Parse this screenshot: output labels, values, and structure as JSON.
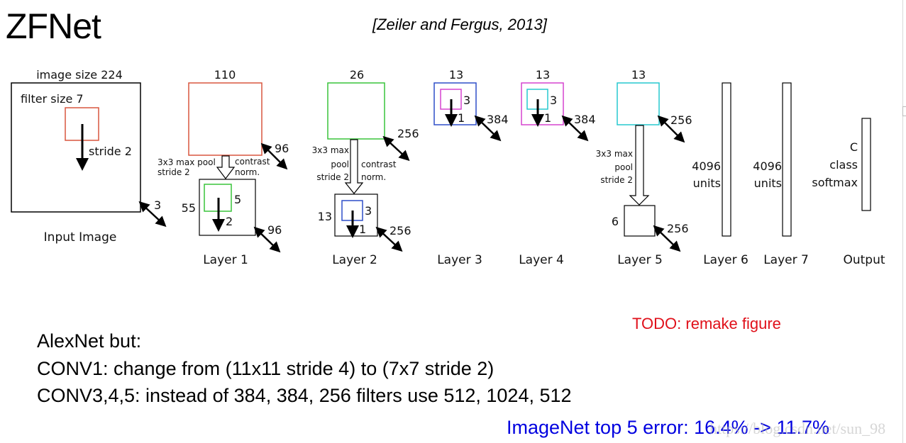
{
  "slide": {
    "title": "ZFNet",
    "citation": "[Zeiler and Fergus, 2013]",
    "todo_note": "TODO: remake figure",
    "body_lines": [
      "AlexNet but:",
      "CONV1: change from (11x11 stride 4) to (7x7 stride 2)",
      "CONV3,4,5: instead of 384, 384, 256 filters use 512, 1024, 512"
    ],
    "result": "ImageNet top 5 error: 16.4% -> 11.7%",
    "watermark": "https://blog.csdn.net/sun_98"
  },
  "diagram": {
    "colors": {
      "input_filter": "#d9563f",
      "layer1_map": "#d9563f",
      "layer1_filter": "#38c43a",
      "layer2_map": "#38c43a",
      "layer2_filter": "#2f4fc9",
      "layer3_map": "#2f4fc9",
      "layer3_filter": "#d544cf",
      "layer4_map": "#d544cf",
      "layer4_filter": "#27c8cf",
      "layer5_map": "#27c8cf"
    },
    "input": {
      "label": "Input Image",
      "size_label": "image size 224",
      "filter_label": "filter size 7",
      "stride_label": "stride 2",
      "depth": "3"
    },
    "layer1": {
      "label": "Layer 1",
      "map_size": "110",
      "map_depth": "96",
      "pool_label_1": "3x3 max pool",
      "pool_label_2": "stride 2",
      "norm_label_1": "contrast",
      "norm_label_2": "norm.",
      "pooled_size": "55",
      "pooled_depth": "96",
      "filter_size": "5",
      "stride": "2"
    },
    "layer2": {
      "label": "Layer 2",
      "map_size": "26",
      "map_depth": "256",
      "pool_label_1": "3x3 max",
      "pool_label_2": "pool",
      "pool_label_3": "stride 2",
      "norm_label_1": "contrast",
      "norm_label_2": "norm.",
      "pooled_size": "13",
      "pooled_depth": "256",
      "filter_size": "3",
      "stride": "1"
    },
    "layer3": {
      "label": "Layer 3",
      "map_size": "13",
      "map_depth": "384",
      "filter_size": "3",
      "stride": "1"
    },
    "layer4": {
      "label": "Layer 4",
      "map_size": "13",
      "map_depth": "384",
      "filter_size": "3",
      "stride": "1"
    },
    "layer5": {
      "label": "Layer 5",
      "map_size": "13",
      "map_depth": "256",
      "pool_label_1": "3x3 max",
      "pool_label_2": "pool",
      "pool_label_3": "stride 2",
      "pooled_size": "6",
      "pooled_depth": "256"
    },
    "layer6": {
      "label": "Layer 6",
      "units_1": "4096",
      "units_2": "units"
    },
    "layer7": {
      "label": "Layer 7",
      "units_1": "4096",
      "units_2": "units"
    },
    "output": {
      "label": "Output",
      "line_1": "C",
      "line_2": "class",
      "line_3": "softmax"
    }
  }
}
